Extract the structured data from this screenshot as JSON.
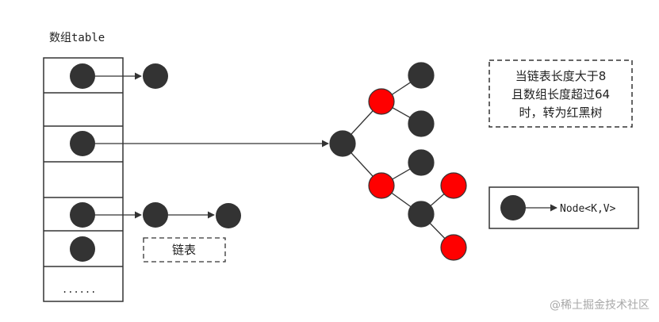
{
  "table": {
    "title": "数组table",
    "ellipsis": "......"
  },
  "list_label": "链表",
  "note": {
    "line1": "当链表长度大于8",
    "line2": "且数组长度超过64",
    "line3": "时，转为红黑树"
  },
  "legend": {
    "label": "Node<K,V>"
  },
  "watermark": "@稀土掘金技术社区",
  "colors": {
    "node_black": "#333333",
    "node_red": "#ff0000",
    "line": "#333333",
    "dash_border": "#333333"
  }
}
